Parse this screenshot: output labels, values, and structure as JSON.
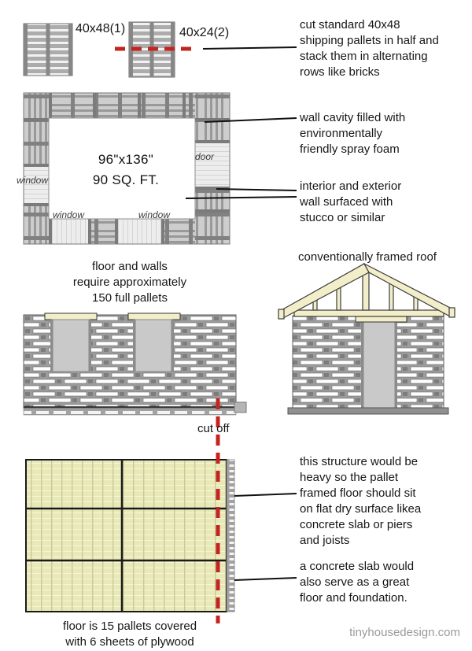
{
  "pallets_header": {
    "pallet1_label": "40x48(1)",
    "pallet2_label": "40x24(2)",
    "cut_note_lines": [
      "cut standard 40x48",
      "shipping pallets in half and",
      "stack them in alternating",
      "rows like bricks"
    ]
  },
  "floor_plan": {
    "dimensions": "96\"x136\"",
    "area": "90 SQ. FT.",
    "window_left": "window",
    "window_bottom_1": "window",
    "window_bottom_2": "window",
    "door": "door",
    "wall_cavity_note_lines": [
      "wall cavity filled with",
      "environmentally",
      "friendly spray foam"
    ],
    "wall_surface_note_lines": [
      "interior and exterior",
      "wall surfaced with",
      "stucco or similar"
    ]
  },
  "elevations": {
    "pallet_count_note_lines": [
      "floor and walls",
      "require approximately",
      "150 full pallets"
    ],
    "roof_note": "conventionally framed roof",
    "cut_off_label": "cut off"
  },
  "floor_sheet": {
    "structure_note_lines": [
      "this structure would be",
      "heavy so the pallet",
      "framed floor should sit",
      "on flat dry surface likea",
      "concrete slab or piers",
      "and joists"
    ],
    "slab_note_lines": [
      "a concrete slab would",
      "also serve as a great",
      "floor and foundation."
    ],
    "caption_lines": [
      "floor is 15 pallets covered",
      "with 6 sheets of plywood"
    ]
  },
  "footer": {
    "watermark": "tinyhousedesign.com"
  },
  "colors": {
    "dashed_red": "#c42420",
    "pallet_gray": "#9c9c9c",
    "plywood_yellow": "#e9e9b8",
    "roof_cream": "#f2eec9",
    "opening_gray": "#c9c9c9",
    "callout_black": "#111111"
  }
}
